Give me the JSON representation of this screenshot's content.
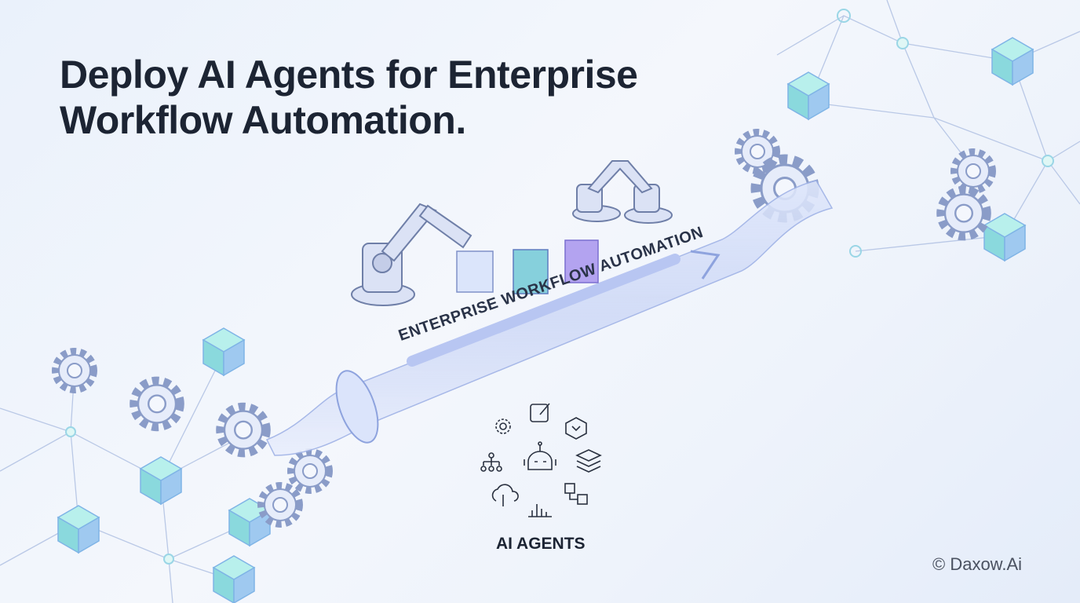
{
  "headline": {
    "line1": "Deploy AI Agents for Enterprise",
    "line2": "Workflow Automation."
  },
  "tube_label": "ENTERPRISE WORKFLOW AUTOMATION",
  "agents_label": "AI AGENTS",
  "copyright": "© Daxow.Ai",
  "agent_icons": [
    "gear-icon",
    "edit-icon",
    "brain-chip-icon",
    "org-chart-icon",
    "robot-icon",
    "layers-icon",
    "cloud-upload-icon",
    "bar-chart-icon",
    "workflow-icon"
  ],
  "colors": {
    "text": "#1c2433",
    "cube": "#8fe3e0",
    "accent": "#7b8fe0",
    "line": "#b7c7e6"
  }
}
